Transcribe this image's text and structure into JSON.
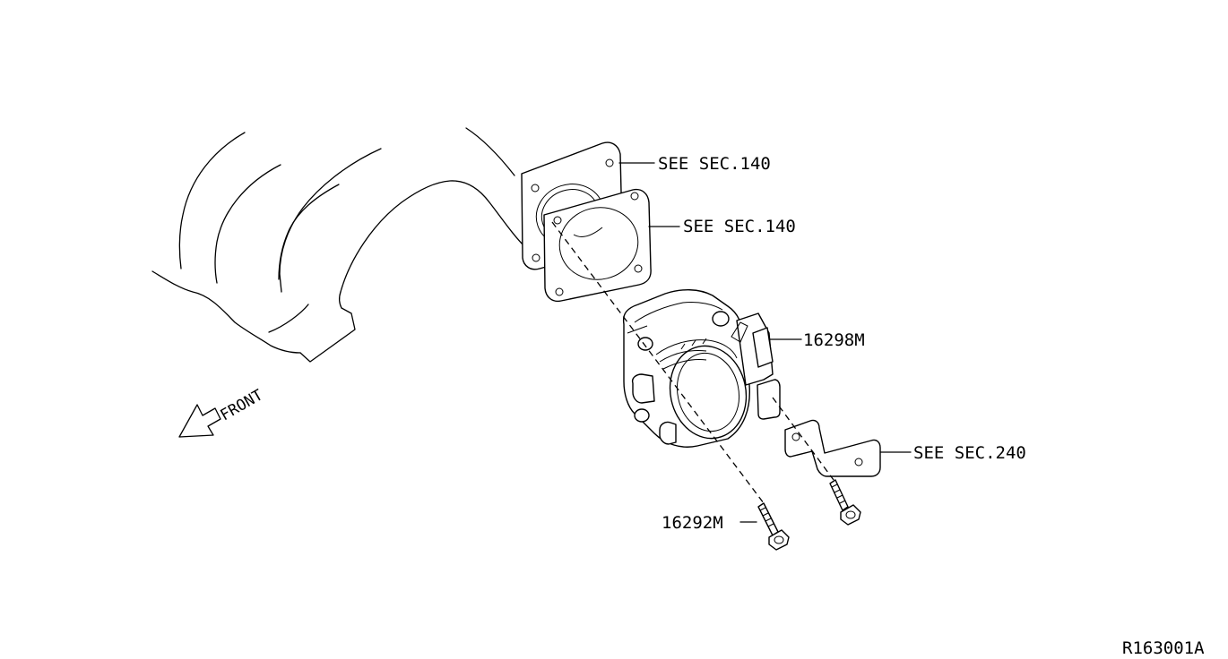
{
  "labels": {
    "manifold_ref": "SEE SEC.140",
    "gasket_ref": "SEE SEC.140",
    "throttle_body_part": "16298M",
    "bracket_ref": "SEE SEC.240",
    "bolt_part": "16292M",
    "front": "FRONT",
    "figure_code": "R163001A"
  },
  "colors": {
    "line": "#000000",
    "background": "#ffffff"
  }
}
